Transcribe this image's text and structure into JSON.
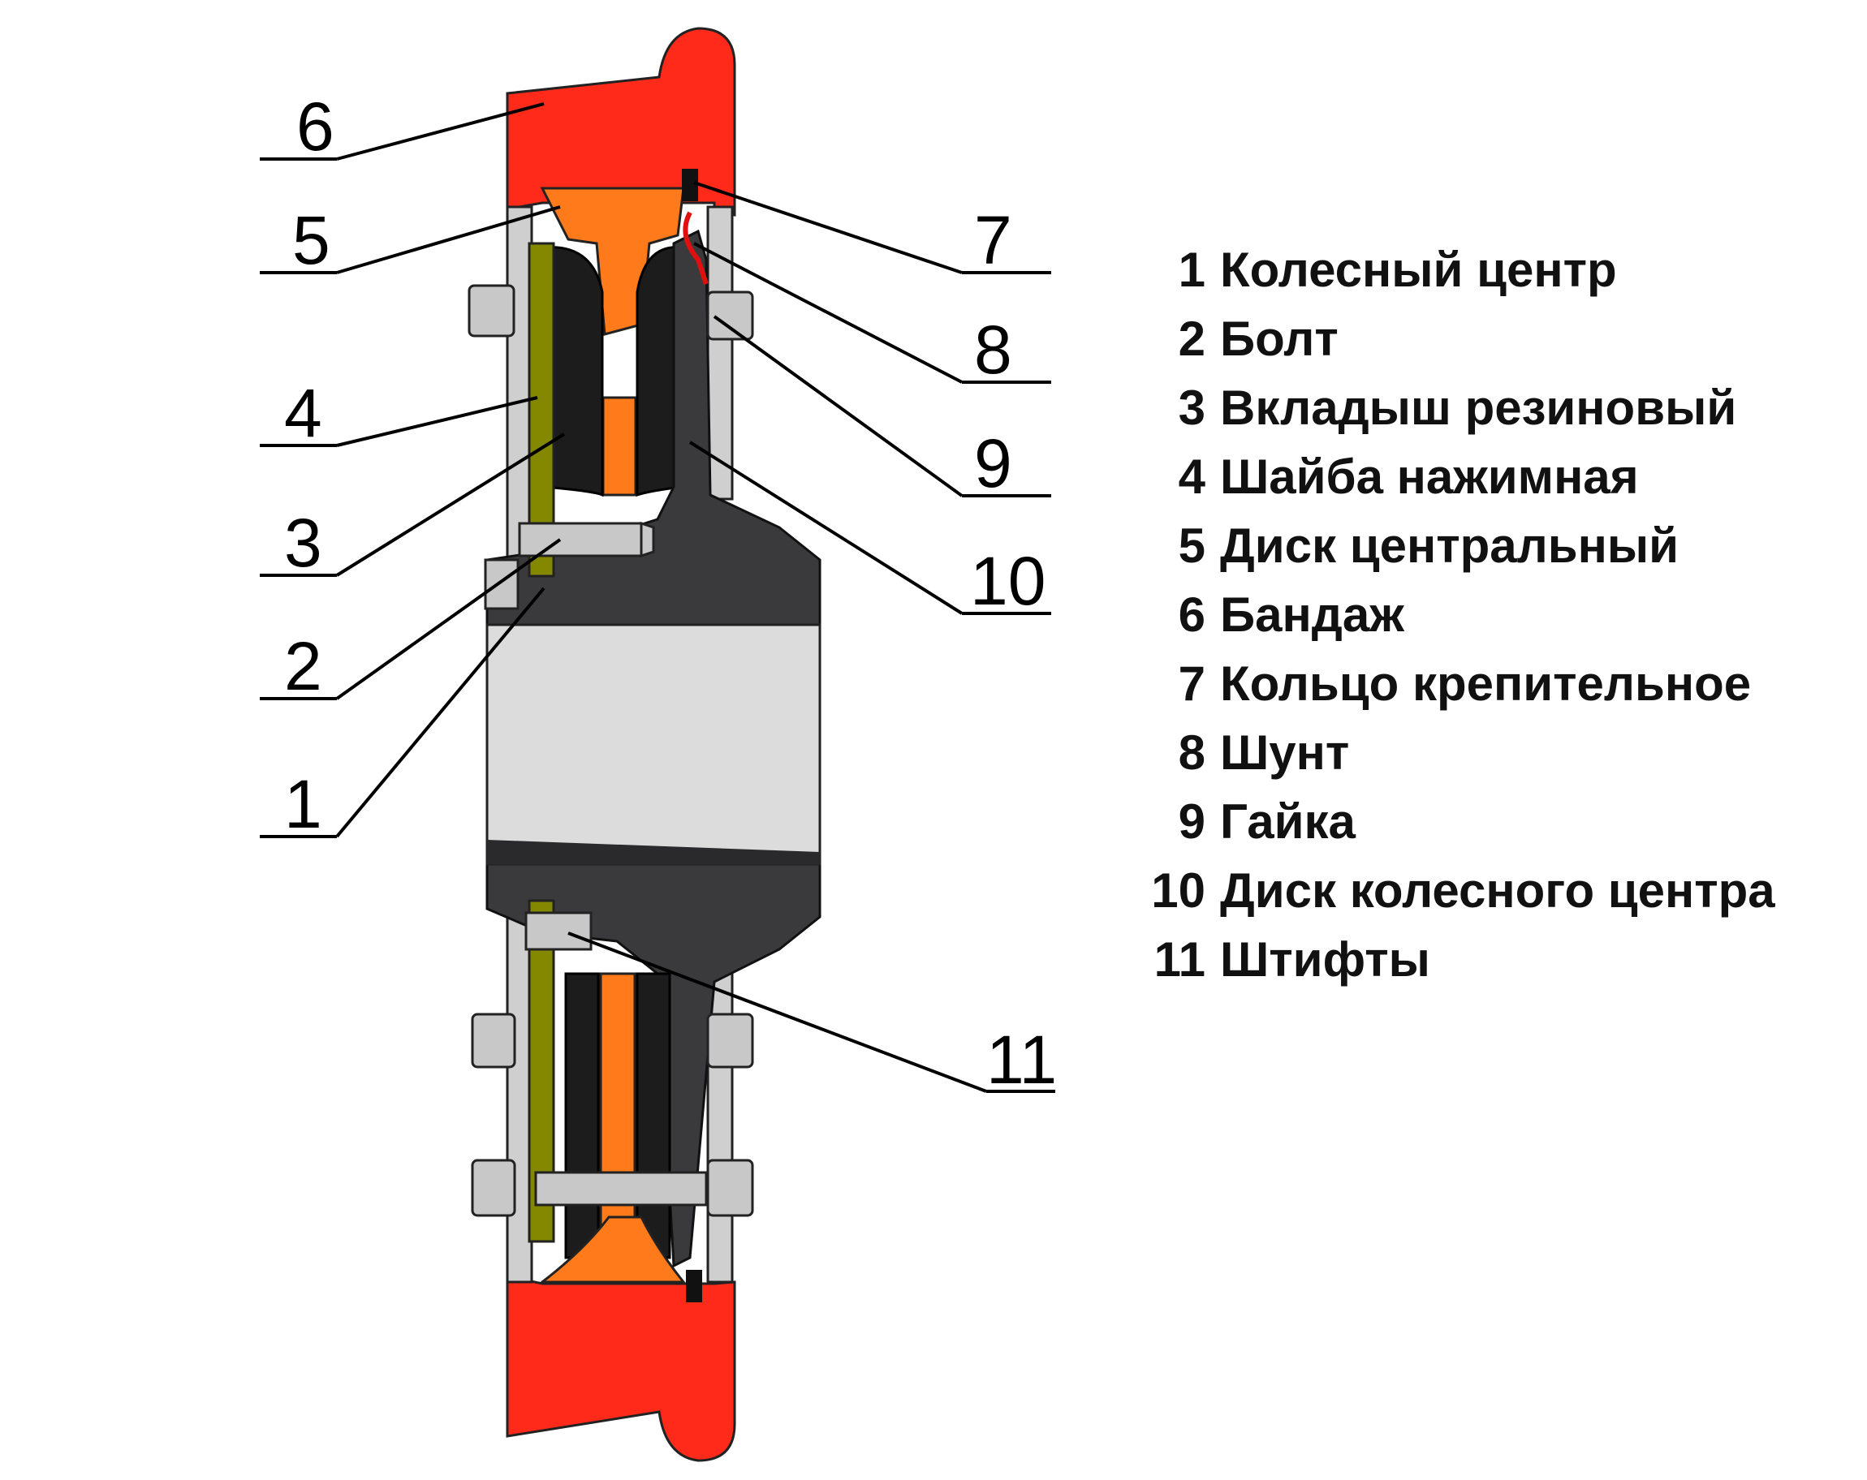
{
  "colors": {
    "tire": "#ff2a1a",
    "central_disc": "#ff7a1a",
    "rubber_insert": "#1c1c1c",
    "wheel_center": "#3a3a3c",
    "hub_bore": "#dcdcdc",
    "pressure_washer": "#838800",
    "bolt_metal": "#c8c8c8",
    "shunt": "#e01010"
  },
  "callouts": [
    {
      "number": "6"
    },
    {
      "number": "5"
    },
    {
      "number": "4"
    },
    {
      "number": "3"
    },
    {
      "number": "2"
    },
    {
      "number": "1"
    },
    {
      "number": "7"
    },
    {
      "number": "8"
    },
    {
      "number": "9"
    },
    {
      "number": "10"
    },
    {
      "number": "11"
    }
  ],
  "legend": [
    {
      "number": "1",
      "label": "Колесный центр"
    },
    {
      "number": "2",
      "label": "Болт"
    },
    {
      "number": "3",
      "label": "Вкладыш резиновый"
    },
    {
      "number": "4",
      "label": "Шайба нажимная"
    },
    {
      "number": "5",
      "label": "Диск центральный"
    },
    {
      "number": "6",
      "label": "Бандаж"
    },
    {
      "number": "7",
      "label": "Кольцо крепительное"
    },
    {
      "number": "8",
      "label": "Шунт"
    },
    {
      "number": "9",
      "label": "Гайка"
    },
    {
      "number": "10",
      "label": "Диск колесного центра"
    },
    {
      "number": "11",
      "label": "Штифты"
    }
  ]
}
